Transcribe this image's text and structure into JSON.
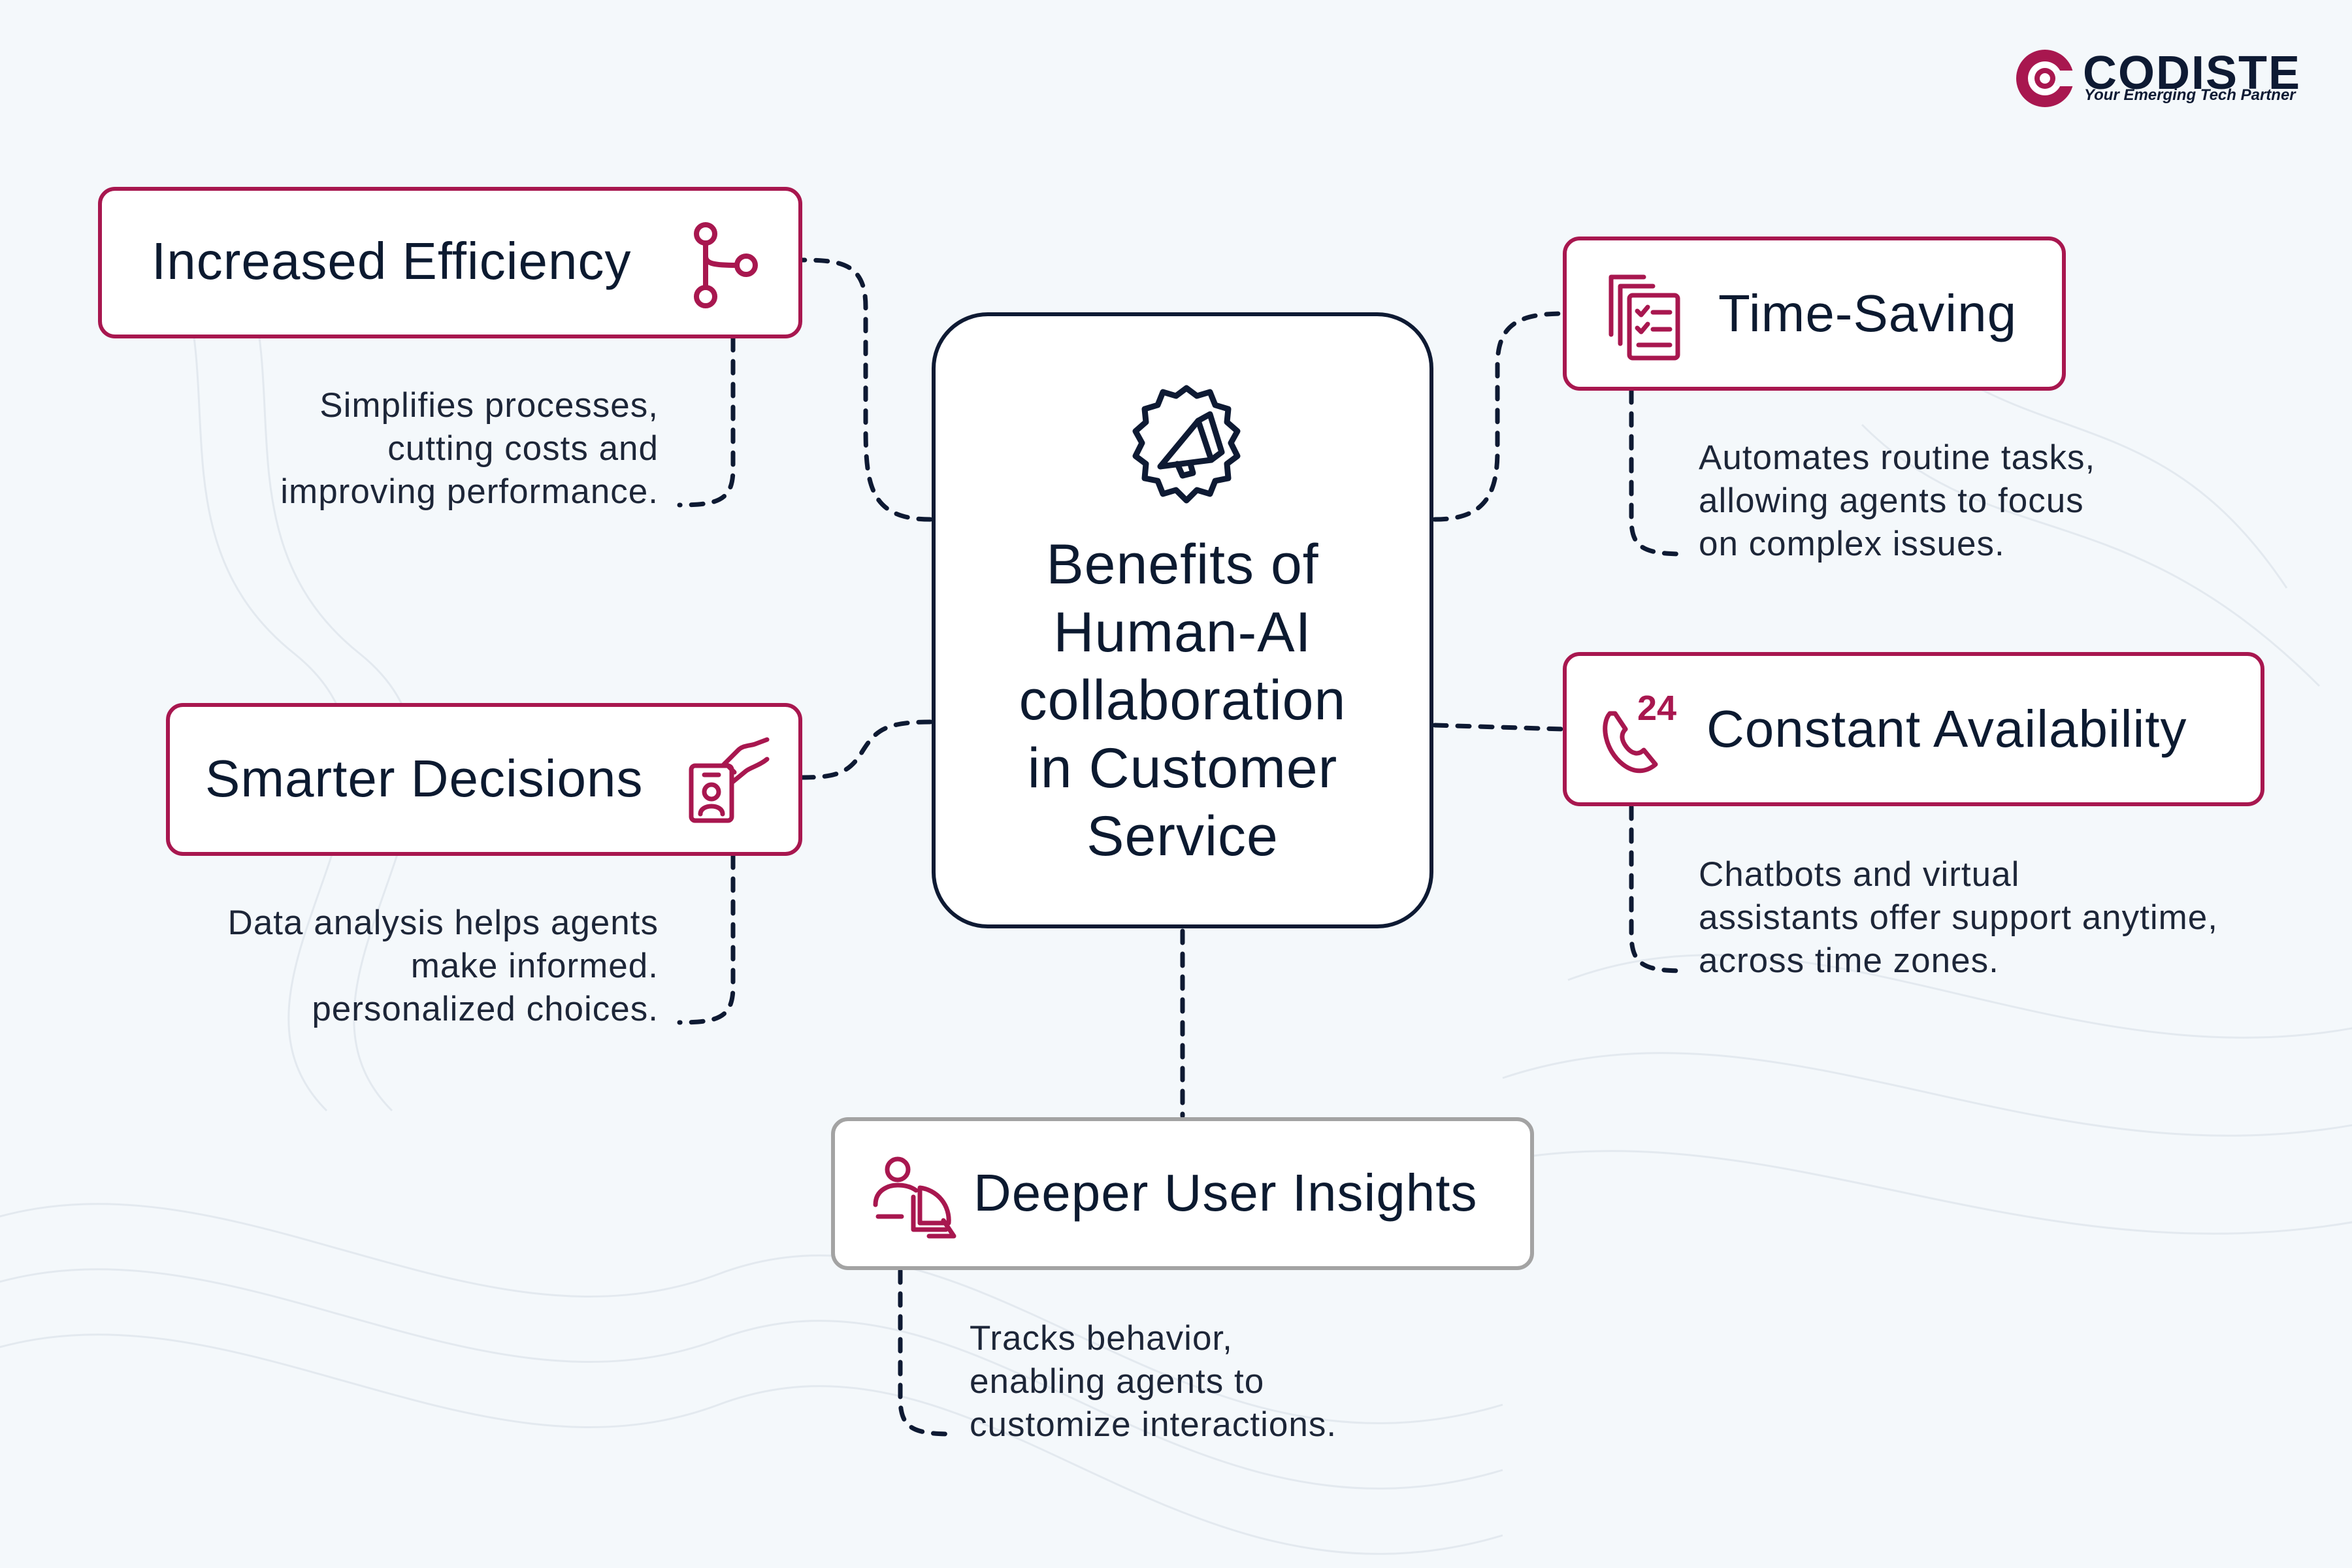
{
  "logo": {
    "brand": "CODISTE",
    "tagline": "Your Emerging Tech Partner",
    "icon": "codiste-logo-icon"
  },
  "center": {
    "title_lines": [
      "Benefits of",
      "Human-AI",
      "collaboration",
      "in Customer",
      "Service"
    ],
    "icon": "megaphone-gear-icon"
  },
  "nodes": {
    "efficiency": {
      "title": "Increased Efficiency",
      "icon": "process-flow-icon",
      "description": [
        "Simplifies processes,",
        "cutting costs and",
        "improving performance."
      ]
    },
    "decisions": {
      "title": "Smarter Decisions",
      "icon": "hand-id-card-icon",
      "description": [
        "Data analysis helps agents",
        "make informed.",
        "personalized choices."
      ]
    },
    "time_saving": {
      "title": "Time-Saving",
      "icon": "checklist-documents-icon",
      "description": [
        "Automates routine tasks,",
        "allowing agents to focus",
        "on complex issues."
      ]
    },
    "availability": {
      "title": "Constant Availability",
      "icon": "phone-24-icon",
      "description": [
        "Chatbots and virtual",
        "assistants offer support anytime,",
        "across time zones."
      ]
    },
    "insights": {
      "title": "Deeper User Insights",
      "icon": "user-pie-chart-icon",
      "description": [
        "Tracks behavior,",
        "enabling agents to",
        "customize interactions."
      ]
    }
  },
  "colors": {
    "accent": "#a8174f",
    "navy": "#0e1a33",
    "background": "#f4f8fb",
    "insights_border": "#a3a3a3"
  }
}
